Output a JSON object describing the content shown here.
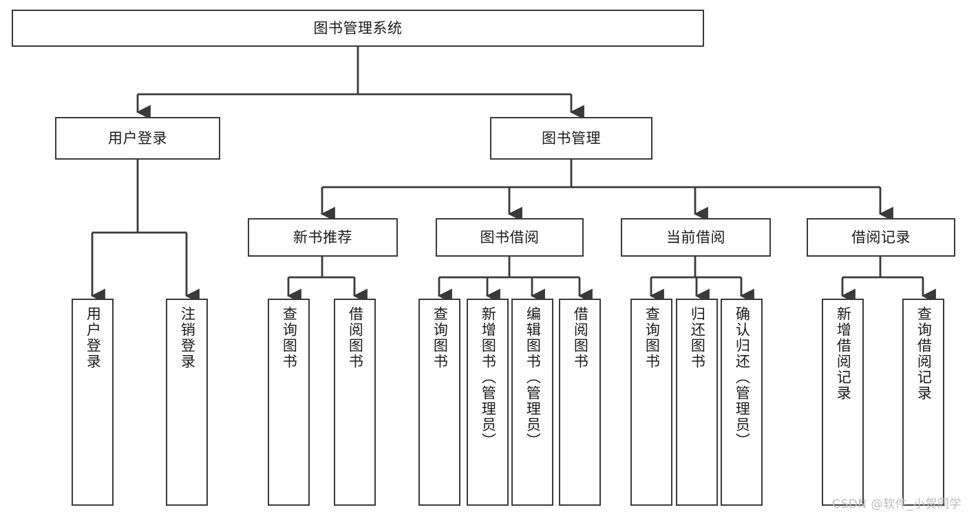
{
  "diagram": {
    "title": "图书管理系统",
    "watermark": "CSDN @软件_小贺同学",
    "edge_color": "#3a3a3a",
    "box_border_color": "#3a3a3a",
    "box_fill_color": "#ffffff",
    "background_color": "#ffffff"
  },
  "nodes": {
    "root": {
      "label": "图书管理系统",
      "level": 0
    },
    "user_login": {
      "label": "用户登录",
      "level": 1
    },
    "book_manage": {
      "label": "图书管理",
      "level": 1
    },
    "new_book_rec": {
      "label": "新书推荐",
      "level": 2
    },
    "book_borrow": {
      "label": "图书借阅",
      "level": 2
    },
    "current_borrow": {
      "label": "当前借阅",
      "level": 2
    },
    "borrow_record": {
      "label": "借阅记录",
      "level": 2
    },
    "leaf_user_login": {
      "label": "用户登录",
      "level": 3
    },
    "leaf_logout": {
      "label": "注销登录",
      "level": 3
    },
    "leaf_query_book_1": {
      "label": "查询图书",
      "level": 3
    },
    "leaf_borrow_book_1": {
      "label": "借阅图书",
      "level": 3
    },
    "leaf_query_book_2": {
      "label": "查询图书",
      "level": 3
    },
    "leaf_add_book": {
      "label": "新增图书（管理员）",
      "level": 3
    },
    "leaf_edit_book": {
      "label": "编辑图书（管理员）",
      "level": 3
    },
    "leaf_borrow_book_2": {
      "label": "借阅图书",
      "level": 3
    },
    "leaf_query_book_3": {
      "label": "查询图书",
      "level": 3
    },
    "leaf_return_book": {
      "label": "归还图书",
      "level": 3
    },
    "leaf_confirm_return": {
      "label": "确认归还（管理员）",
      "level": 3
    },
    "leaf_add_record": {
      "label": "新增借阅记录",
      "level": 3
    },
    "leaf_query_record": {
      "label": "查询借阅记录",
      "level": 3
    }
  },
  "chart_data": {
    "type": "diagram",
    "title": "图书管理系统",
    "structure": [
      {
        "label": "图书管理系统",
        "children": [
          {
            "label": "用户登录",
            "children": [
              {
                "label": "用户登录"
              },
              {
                "label": "注销登录"
              }
            ]
          },
          {
            "label": "图书管理",
            "children": [
              {
                "label": "新书推荐",
                "children": [
                  {
                    "label": "查询图书"
                  },
                  {
                    "label": "借阅图书"
                  }
                ]
              },
              {
                "label": "图书借阅",
                "children": [
                  {
                    "label": "查询图书"
                  },
                  {
                    "label": "新增图书（管理员）"
                  },
                  {
                    "label": "编辑图书（管理员）"
                  },
                  {
                    "label": "借阅图书"
                  }
                ]
              },
              {
                "label": "当前借阅",
                "children": [
                  {
                    "label": "查询图书"
                  },
                  {
                    "label": "归还图书"
                  },
                  {
                    "label": "确认归还（管理员）"
                  }
                ]
              },
              {
                "label": "借阅记录",
                "children": [
                  {
                    "label": "新增借阅记录"
                  },
                  {
                    "label": "查询借阅记录"
                  }
                ]
              }
            ]
          }
        ]
      }
    ]
  }
}
